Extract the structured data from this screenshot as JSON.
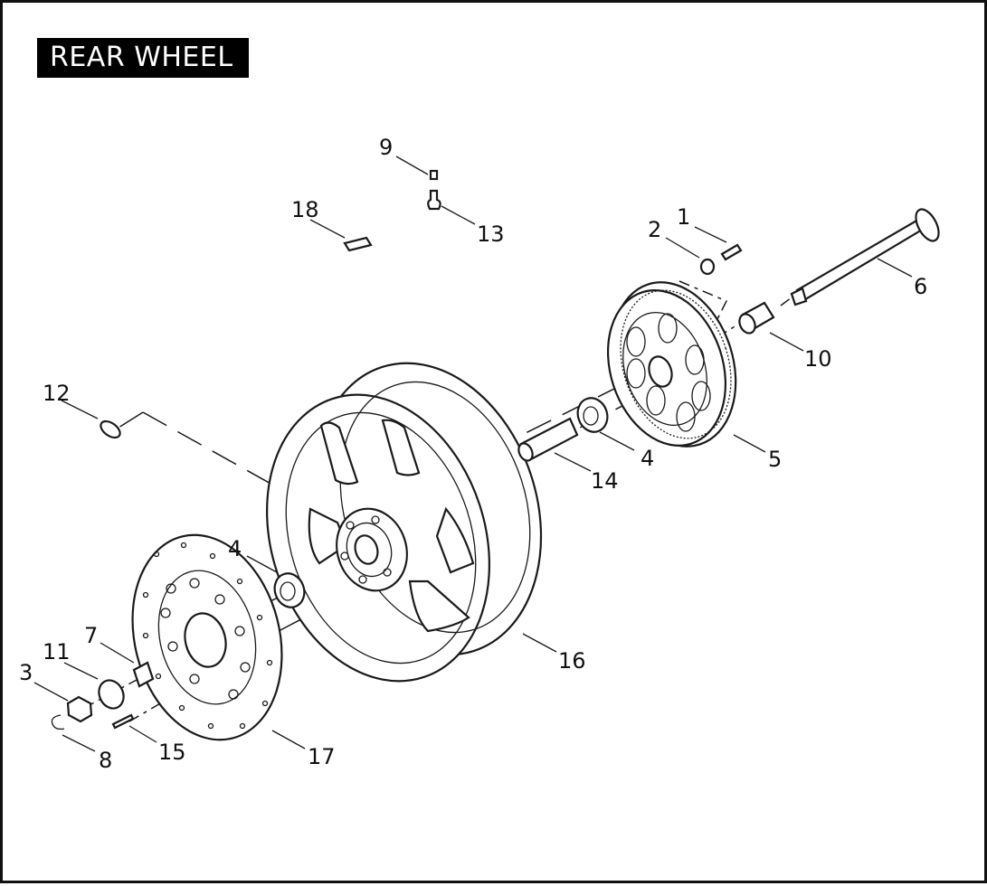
{
  "title": "REAR WHEEL",
  "callouts": [
    "1",
    "2",
    "3",
    "4",
    "4",
    "5",
    "6",
    "7",
    "8",
    "9",
    "10",
    "11",
    "12",
    "13",
    "14",
    "15",
    "16",
    "17",
    "18"
  ]
}
